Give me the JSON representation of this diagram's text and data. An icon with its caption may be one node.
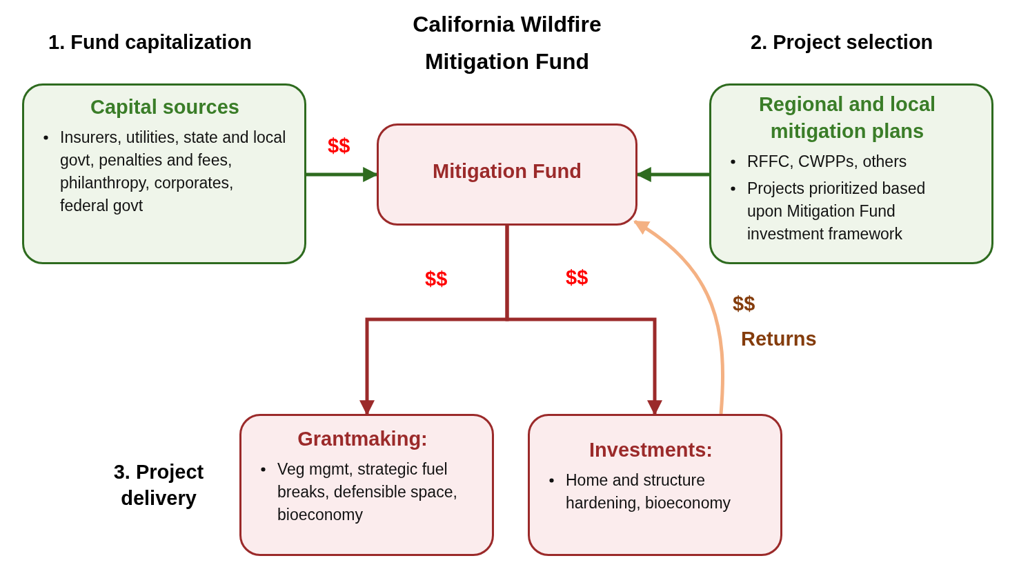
{
  "diagram": {
    "title": "California Wildfire Mitigation Fund",
    "nodes": [
      {
        "text": [
          "Capital sources",
          "Insurers, utilities, state and local govt, penalties and fees, philanthropy, corporates, federal govt"
        ]
      },
      {
        "text": [
          "Mitigation Fund"
        ]
      },
      {
        "text": [
          "Regional and local mitigation plans",
          "RFFC, CWPPs, others",
          "Projects prioritized based upon Mitigation Fund investment framework"
        ]
      },
      {
        "text": [
          "Grantmaking:",
          "Veg mgmt, strategic fuel breaks, defensible space, bioeconomy"
        ]
      },
      {
        "text": [
          "Investments:",
          "Home and structure hardening, bioeconomy"
        ]
      }
    ],
    "edges": [
      {
        "from": 0,
        "to": 1,
        "arrow": "to",
        "label": "$$",
        "color": "#2e6b1f"
      },
      {
        "from": 2,
        "to": 1,
        "arrow": "to",
        "color": "#2e6b1f"
      },
      {
        "from": 1,
        "to": 3,
        "arrow": "to",
        "label": "$$",
        "color": "#9b2a2a"
      },
      {
        "from": 1,
        "to": 4,
        "arrow": "to",
        "label": "$$",
        "color": "#9b2a2a"
      },
      {
        "from": 4,
        "to": 1,
        "arrow": "to",
        "label": "$$",
        "color": "#f4b183"
      }
    ],
    "labels": [
      "1. Fund capitalization",
      "2. Project selection",
      "Returns",
      "3. Project delivery"
    ]
  }
}
